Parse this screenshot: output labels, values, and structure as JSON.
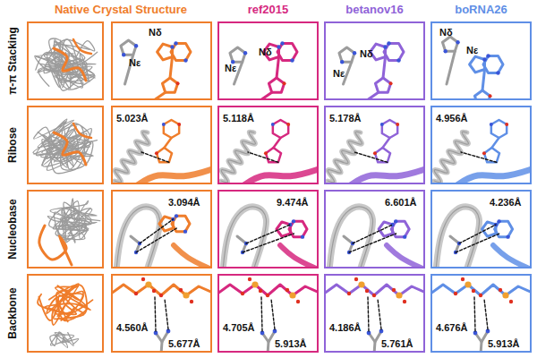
{
  "diagram": {
    "nodes": [
      {
        "text": [
          "Nδ",
          "Nε"
        ]
      },
      {
        "text": [
          "Nδ",
          "Nε"
        ]
      },
      {
        "text": [
          "Nδ",
          "Nε"
        ]
      },
      {
        "text": [
          "Nδ",
          "Nε"
        ]
      },
      {
        "text": [
          "5.023Å"
        ]
      },
      {
        "text": [
          "5.118Å"
        ]
      },
      {
        "text": [
          "5.178Å"
        ]
      },
      {
        "text": [
          "4.956Å"
        ]
      },
      {
        "text": [
          "3.094Å"
        ]
      },
      {
        "text": [
          "9.474Å"
        ]
      },
      {
        "text": [
          "6.601Å"
        ]
      },
      {
        "text": [
          "4.236Å"
        ]
      },
      {
        "text": [
          "4.560Å",
          "5.677Å"
        ]
      },
      {
        "text": [
          "4.705Å",
          "5.913Å"
        ]
      },
      {
        "text": [
          "4.186Å",
          "5.761Å"
        ]
      },
      {
        "text": [
          "4.676Å",
          "5.913Å"
        ]
      }
    ],
    "labels": [
      "Native Crystal Structure",
      "ref2015",
      "betanov16",
      "boRNA26",
      "π-π Stacking",
      "Ribose",
      "Nucleobase",
      "Backbone"
    ]
  }
}
